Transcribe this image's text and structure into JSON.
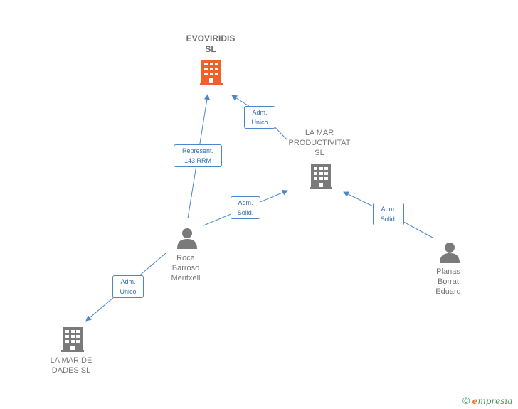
{
  "nodes": {
    "evoviridis": {
      "label": "EVOVIRIDIS\nSL",
      "type": "company",
      "color": "#f0612a"
    },
    "lamar_productivitat": {
      "label": "LA MAR\nPRODUCTIVITAT\nSL",
      "type": "company",
      "color": "#7a7a7a"
    },
    "lamar_dades": {
      "label": "LA MAR DE\nDADES  SL",
      "type": "company",
      "color": "#7a7a7a"
    },
    "roca": {
      "label": "Roca\nBarroso\nMeritxell",
      "type": "person",
      "color": "#7a7a7a"
    },
    "planas": {
      "label": "Planas\nBorrat\nEduard",
      "type": "person",
      "color": "#7a7a7a"
    }
  },
  "edges": {
    "roca_evoviridis": "Represent.\n143 RRM",
    "lamarprod_evoviridis": "Adm.\nUnico",
    "roca_lamarprod": "Adm.\nSolid.",
    "planas_lamarprod": "Adm.\nSolid.",
    "roca_lamardades": "Adm.\nUnico"
  },
  "footer": {
    "copyright": "©",
    "brand_e": "e",
    "brand_rest": "mpresia"
  },
  "colors": {
    "edge": "#4a86c8",
    "highlight": "#f0612a",
    "icon": "#7a7a7a"
  }
}
